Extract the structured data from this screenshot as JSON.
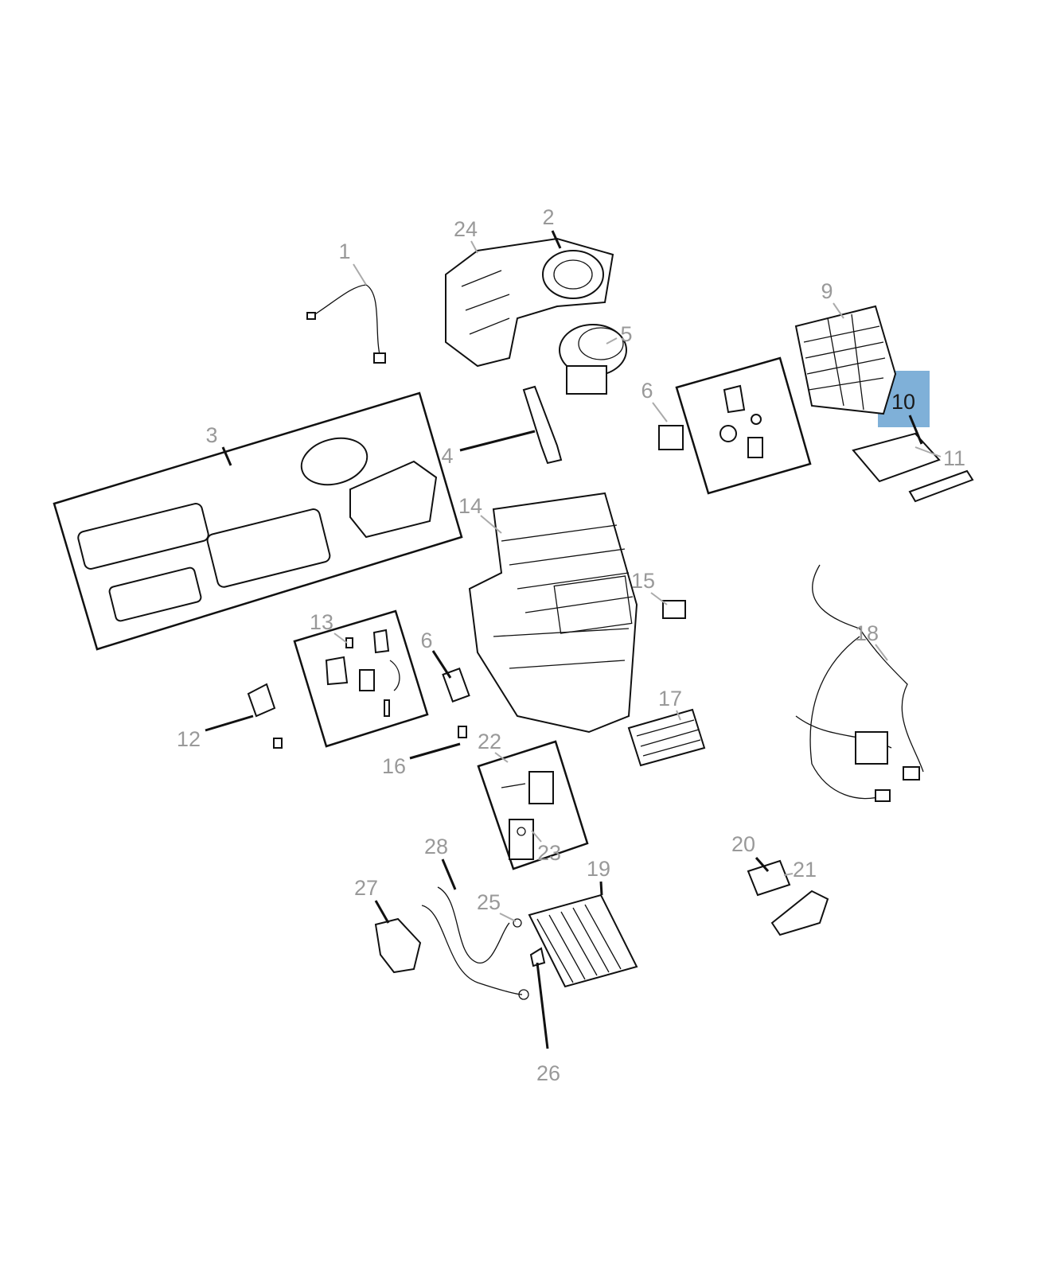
{
  "diagram": {
    "highlight_color": "#7fb0d8",
    "selected_callout": "10",
    "callouts": [
      "1",
      "2",
      "24",
      "5",
      "9",
      "10",
      "11",
      "6",
      "3",
      "4",
      "14",
      "15",
      "18",
      "13",
      "6",
      "17",
      "12",
      "16",
      "22",
      "23",
      "20",
      "21",
      "28",
      "27",
      "25",
      "19",
      "26"
    ]
  }
}
